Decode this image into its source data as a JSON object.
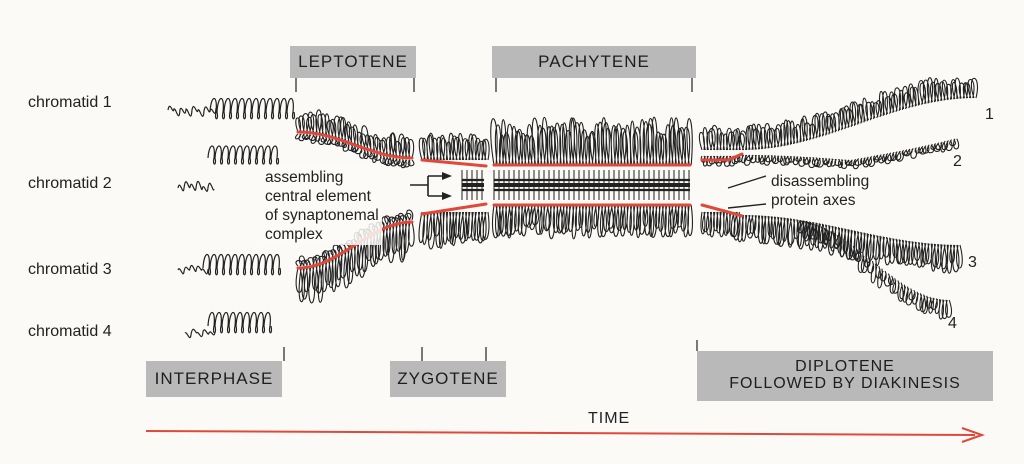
{
  "stages": {
    "leptotene": "LEPTOTENE",
    "pachytene": "PACHYTENE",
    "interphase": "INTERPHASE",
    "zygotene": "ZYGOTENE",
    "diplotene_line1": "DIPLOTENE",
    "diplotene_line2": "FOLLOWED BY DIAKINESIS"
  },
  "chromatids": {
    "c1": "chromatid 1",
    "c2": "chromatid 2",
    "c3": "chromatid 3",
    "c4": "chromatid 4"
  },
  "numbers": {
    "n1": "1",
    "n2": "2",
    "n3": "3",
    "n4": "4"
  },
  "annotations": {
    "assembling": [
      "assembling",
      "central element",
      "of synaptonemal",
      "complex"
    ],
    "disassembling": [
      "disassembling",
      "protein axes"
    ]
  },
  "time_label": "TIME",
  "colors": {
    "axis_red": "#e0493a",
    "box_gray": "#b9b9b9",
    "ink": "#222222"
  }
}
